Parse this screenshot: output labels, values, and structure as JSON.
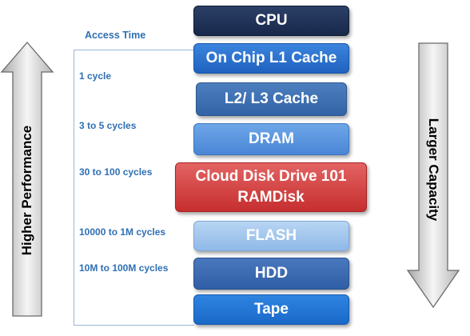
{
  "access_time": {
    "title": "Access Time",
    "levels": [
      "1 cycle",
      "3 to 5 cycles",
      "30 to 100 cycles",
      "10000 to 1M cycles",
      "10M to 100M cycles"
    ]
  },
  "stack": {
    "cpu": "CPU",
    "l1": "On Chip L1 Cache",
    "l2": "L2/ L3 Cache",
    "dram": "DRAM",
    "cloud_line1": "Cloud Disk Drive 101",
    "cloud_line2": "RAMDisk",
    "flash": "FLASH",
    "hdd": "HDD",
    "tape": "Tape"
  },
  "arrows": {
    "left": "Higher Performance",
    "right": "Larger Capacity"
  }
}
